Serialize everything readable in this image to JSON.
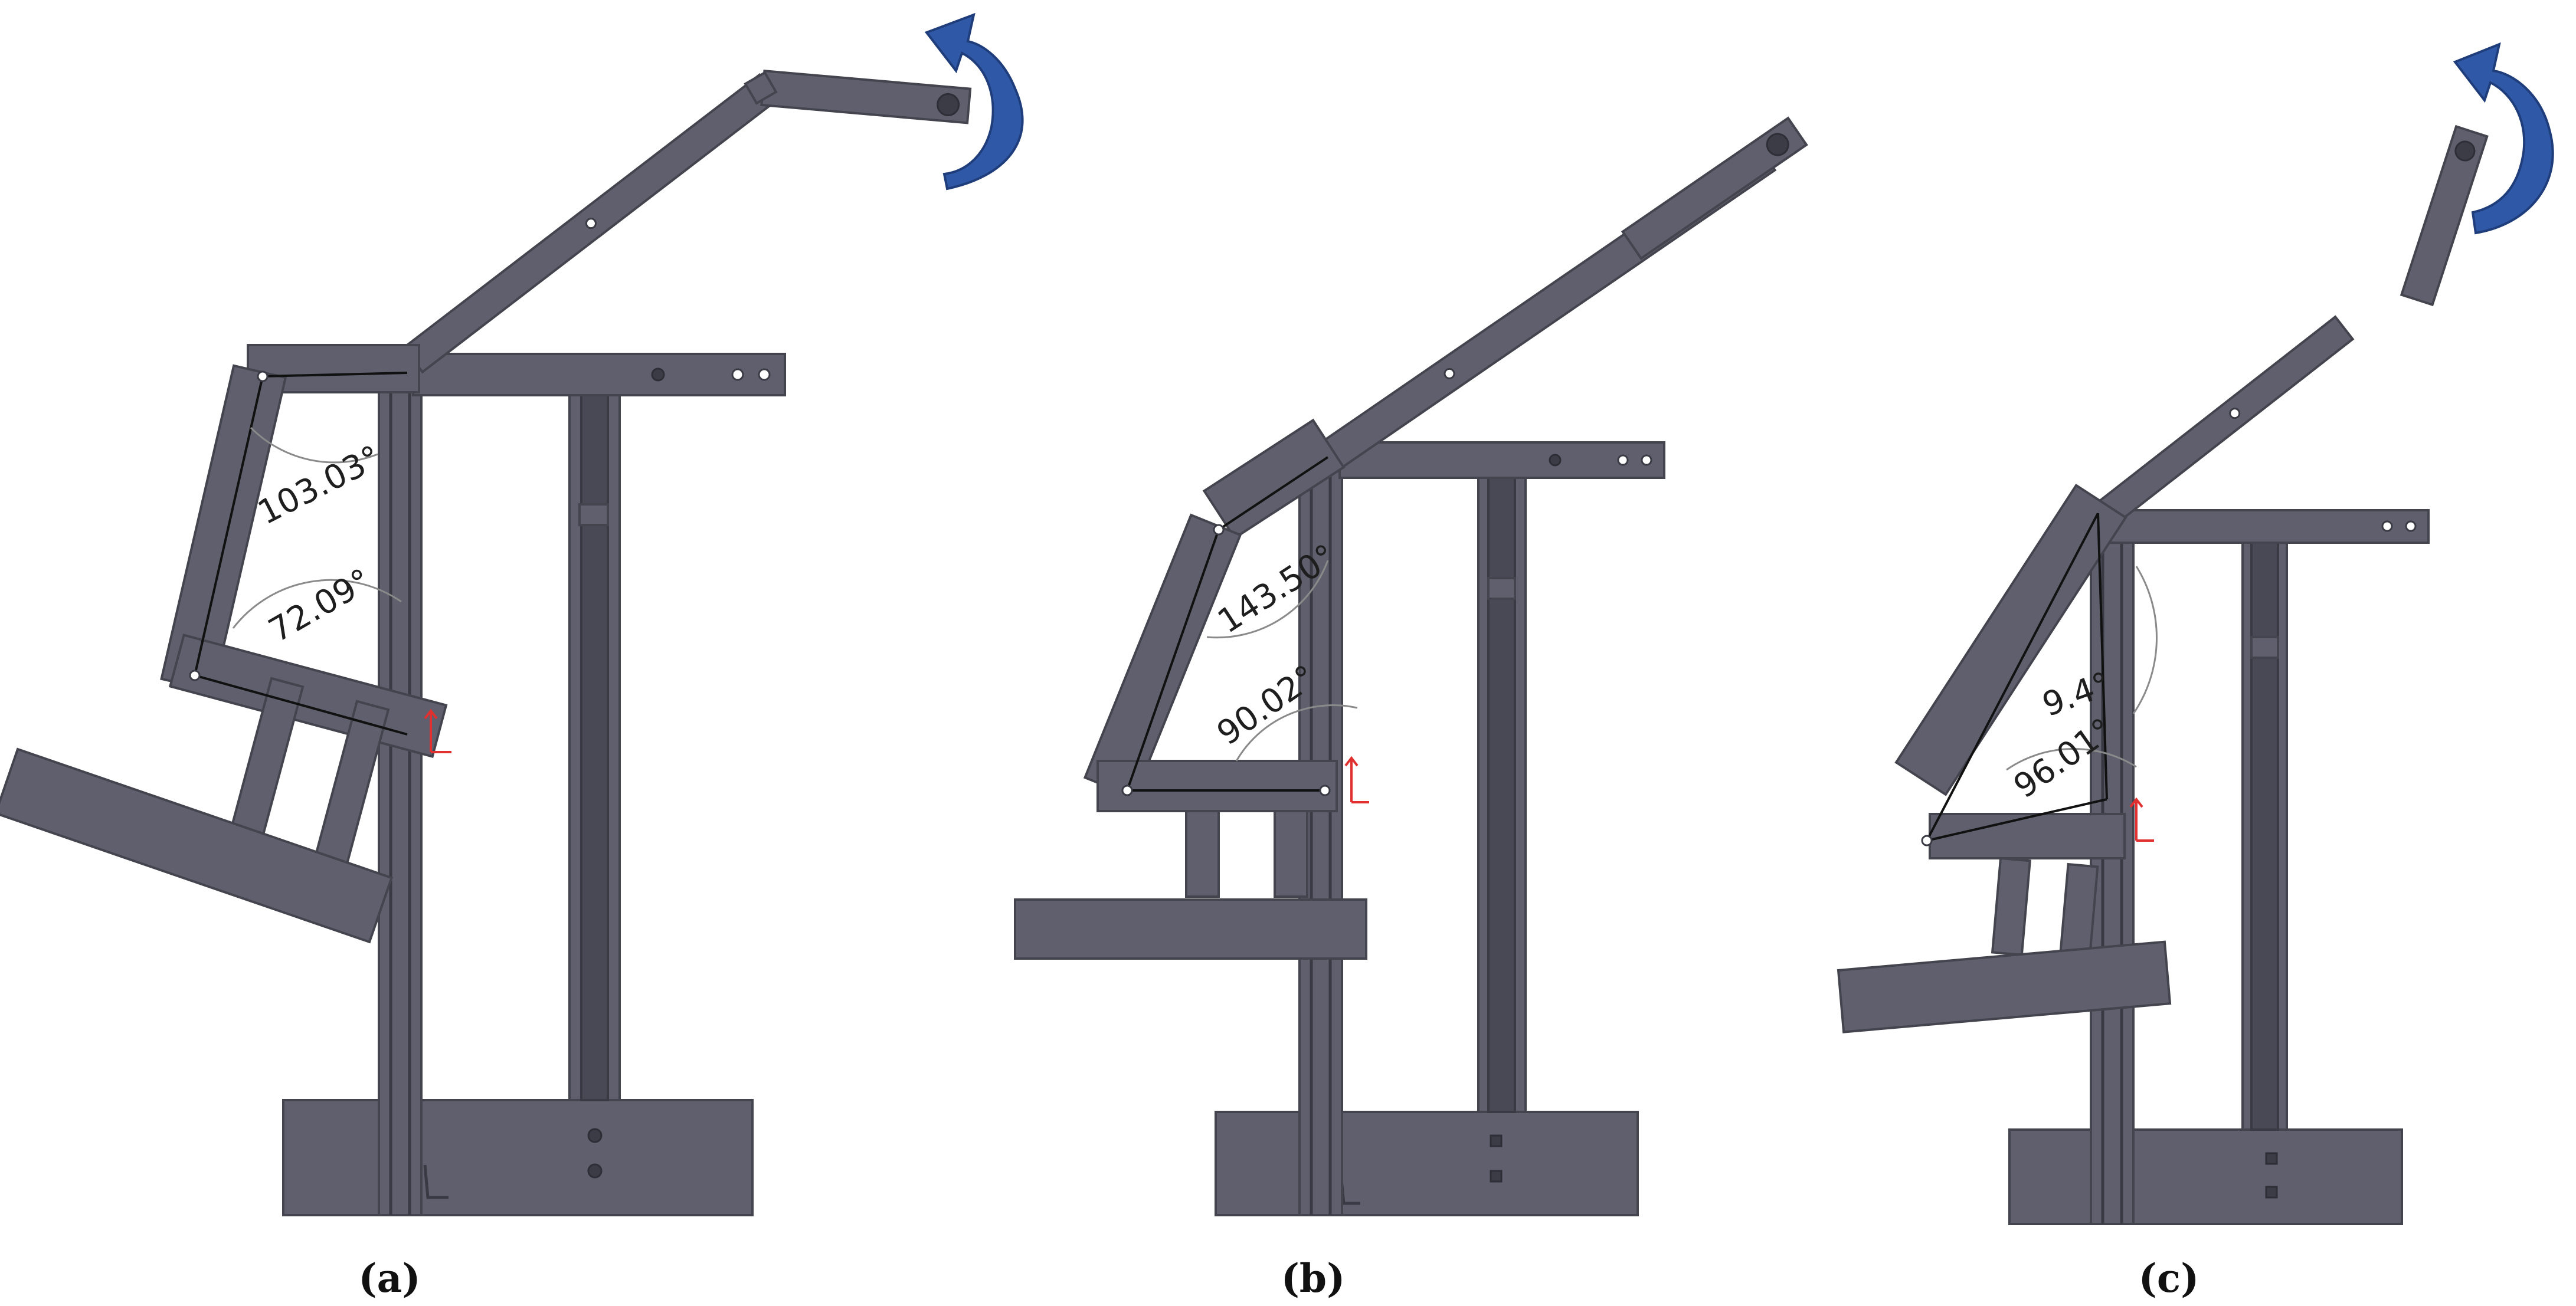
{
  "panels": [
    {
      "label": "(a)",
      "angle_upper": "103.03°",
      "angle_lower": "72.09°"
    },
    {
      "label": "(b)",
      "angle_upper": "143.50°",
      "angle_lower": "90.02°"
    },
    {
      "label": "(c)",
      "angle_upper": "9.4°",
      "angle_lower": "96.01°"
    }
  ],
  "colors": {
    "frame": "#5f5f6d",
    "rotation_arrow": "#2f58a6",
    "coordinate_marker": "#e03030"
  },
  "icons": [
    "rotation-arrow-icon",
    "coordinate-axis-icon"
  ]
}
